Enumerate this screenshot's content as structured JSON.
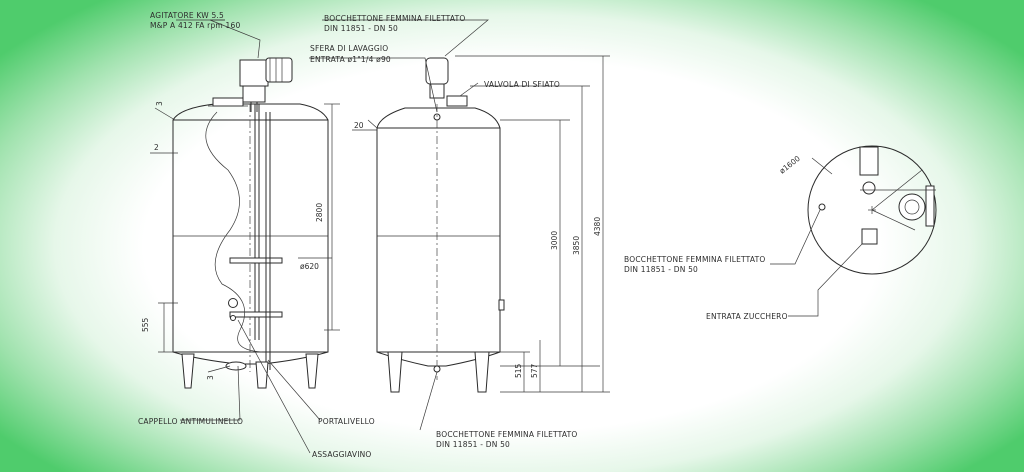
{
  "colors": {
    "line": "#2b2b2b",
    "edge_green": "#4fcc6c",
    "paper": "#ffffff"
  },
  "labels": {
    "agitatore_1": "AGITATORE KW 5.5",
    "agitatore_2": "M&P A 412 FA rpm 160",
    "bocchettone_top_1": "BOCCHETTONE FEMMINA FILETTATO",
    "bocchettone_top_2": "DIN 11851 - DN 50",
    "sfera_1": "SFERA DI LAVAGGIO",
    "sfera_2": "ENTRATA ø1\"1/4 ø90",
    "valvola": "VALVOLA DI SFIATO",
    "bocchettone_right_1": "BOCCHETTONE FEMMINA FILETTATO",
    "bocchettone_right_2": "DIN 11851 - DN 50",
    "entrata_zucchero": "ENTRATA ZUCCHERO",
    "cappello": "CAPPELLO ANTIMULINELLO",
    "portalivello": "PORTALIVELLO",
    "assaggiavino": "ASSAGGIAVINO",
    "bocchettone_bottom_1": "BOCCHETTONE FEMMINA FILETTATO",
    "bocchettone_bottom_2": "DIN 11851 - DN 50"
  },
  "dimensions": {
    "d3_top": "3",
    "d2": "2",
    "d2800": "2800",
    "d620": "ø620",
    "d555": "555",
    "d3_bottom": "3",
    "d20": "20",
    "d3000": "3000",
    "d3850": "3850",
    "d4380": "4380",
    "d515": "515",
    "d577": "577",
    "d1600": "ø1600"
  }
}
